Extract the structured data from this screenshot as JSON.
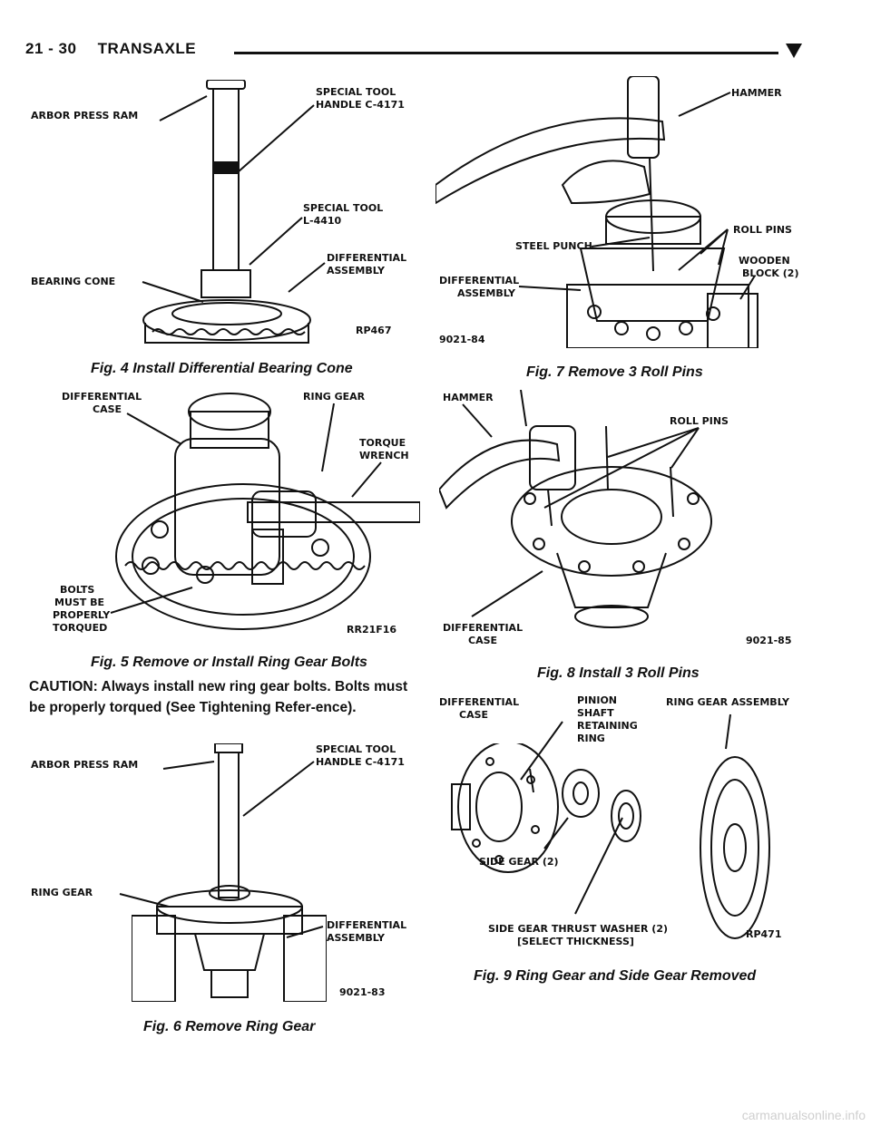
{
  "header": {
    "page_number": "21 - 30",
    "section": "TRANSAXLE"
  },
  "figures": {
    "fig4": {
      "caption": "Fig. 4 Install Differential Bearing Cone",
      "labels": {
        "arbor_press_ram": "ARBOR PRESS RAM",
        "special_tool_1": "SPECIAL TOOL",
        "handle": "HANDLE C-4171",
        "special_tool_2": "SPECIAL TOOL",
        "tool_no": "L-4410",
        "differential": "DIFFERENTIAL",
        "assembly": "ASSEMBLY",
        "bearing_cone": "BEARING CONE",
        "code": "RP467"
      }
    },
    "fig5": {
      "caption": "Fig. 5 Remove or Install Ring Gear Bolts",
      "labels": {
        "differential": "DIFFERENTIAL",
        "case": "CASE",
        "ring_gear": "RING GEAR",
        "torque": "TORQUE",
        "wrench": "WRENCH",
        "bolts": "BOLTS",
        "must_be": "MUST BE",
        "properly": "PROPERLY",
        "torqued": "TORQUED",
        "code": "RR21F16"
      }
    },
    "fig6": {
      "caption": "Fig. 6 Remove Ring Gear",
      "labels": {
        "arbor_press_ram": "ARBOR PRESS RAM",
        "special_tool": "SPECIAL TOOL",
        "handle": "HANDLE C-4171",
        "ring_gear": "RING GEAR",
        "differential": "DIFFERENTIAL",
        "assembly": "ASSEMBLY",
        "code": "9021-83"
      }
    },
    "fig7": {
      "caption": "Fig. 7 Remove 3 Roll Pins",
      "labels": {
        "hammer": "HAMMER",
        "roll_pins": "ROLL PINS",
        "steel_punch": "STEEL PUNCH",
        "wooden": "WOODEN",
        "block": "BLOCK (2)",
        "differential": "DIFFERENTIAL",
        "assembly": "ASSEMBLY",
        "code": "9021-84"
      }
    },
    "fig8": {
      "caption": "Fig. 8 Install 3 Roll Pins",
      "labels": {
        "hammer": "HAMMER",
        "roll_pins": "ROLL PINS",
        "differential": "DIFFERENTIAL",
        "case": "CASE",
        "code": "9021-85"
      }
    },
    "fig9": {
      "caption": "Fig. 9 Ring Gear and Side Gear Removed",
      "labels": {
        "differential": "DIFFERENTIAL",
        "case": "CASE",
        "pinion": "PINION",
        "shaft": "SHAFT",
        "retaining": "RETAINING",
        "ring": "RING",
        "ring_gear_assembly": "RING GEAR ASSEMBLY",
        "side_gear": "SIDE GEAR (2)",
        "thrust_washer": "SIDE GEAR THRUST WASHER (2)",
        "select_thickness": "[SELECT THICKNESS]",
        "code": "RP471"
      }
    }
  },
  "caution_text": "CAUTION: Always install new ring gear bolts. Bolts must be properly torqued (See Tightening Refer-ence).",
  "watermark": "carmanualsonline.info"
}
